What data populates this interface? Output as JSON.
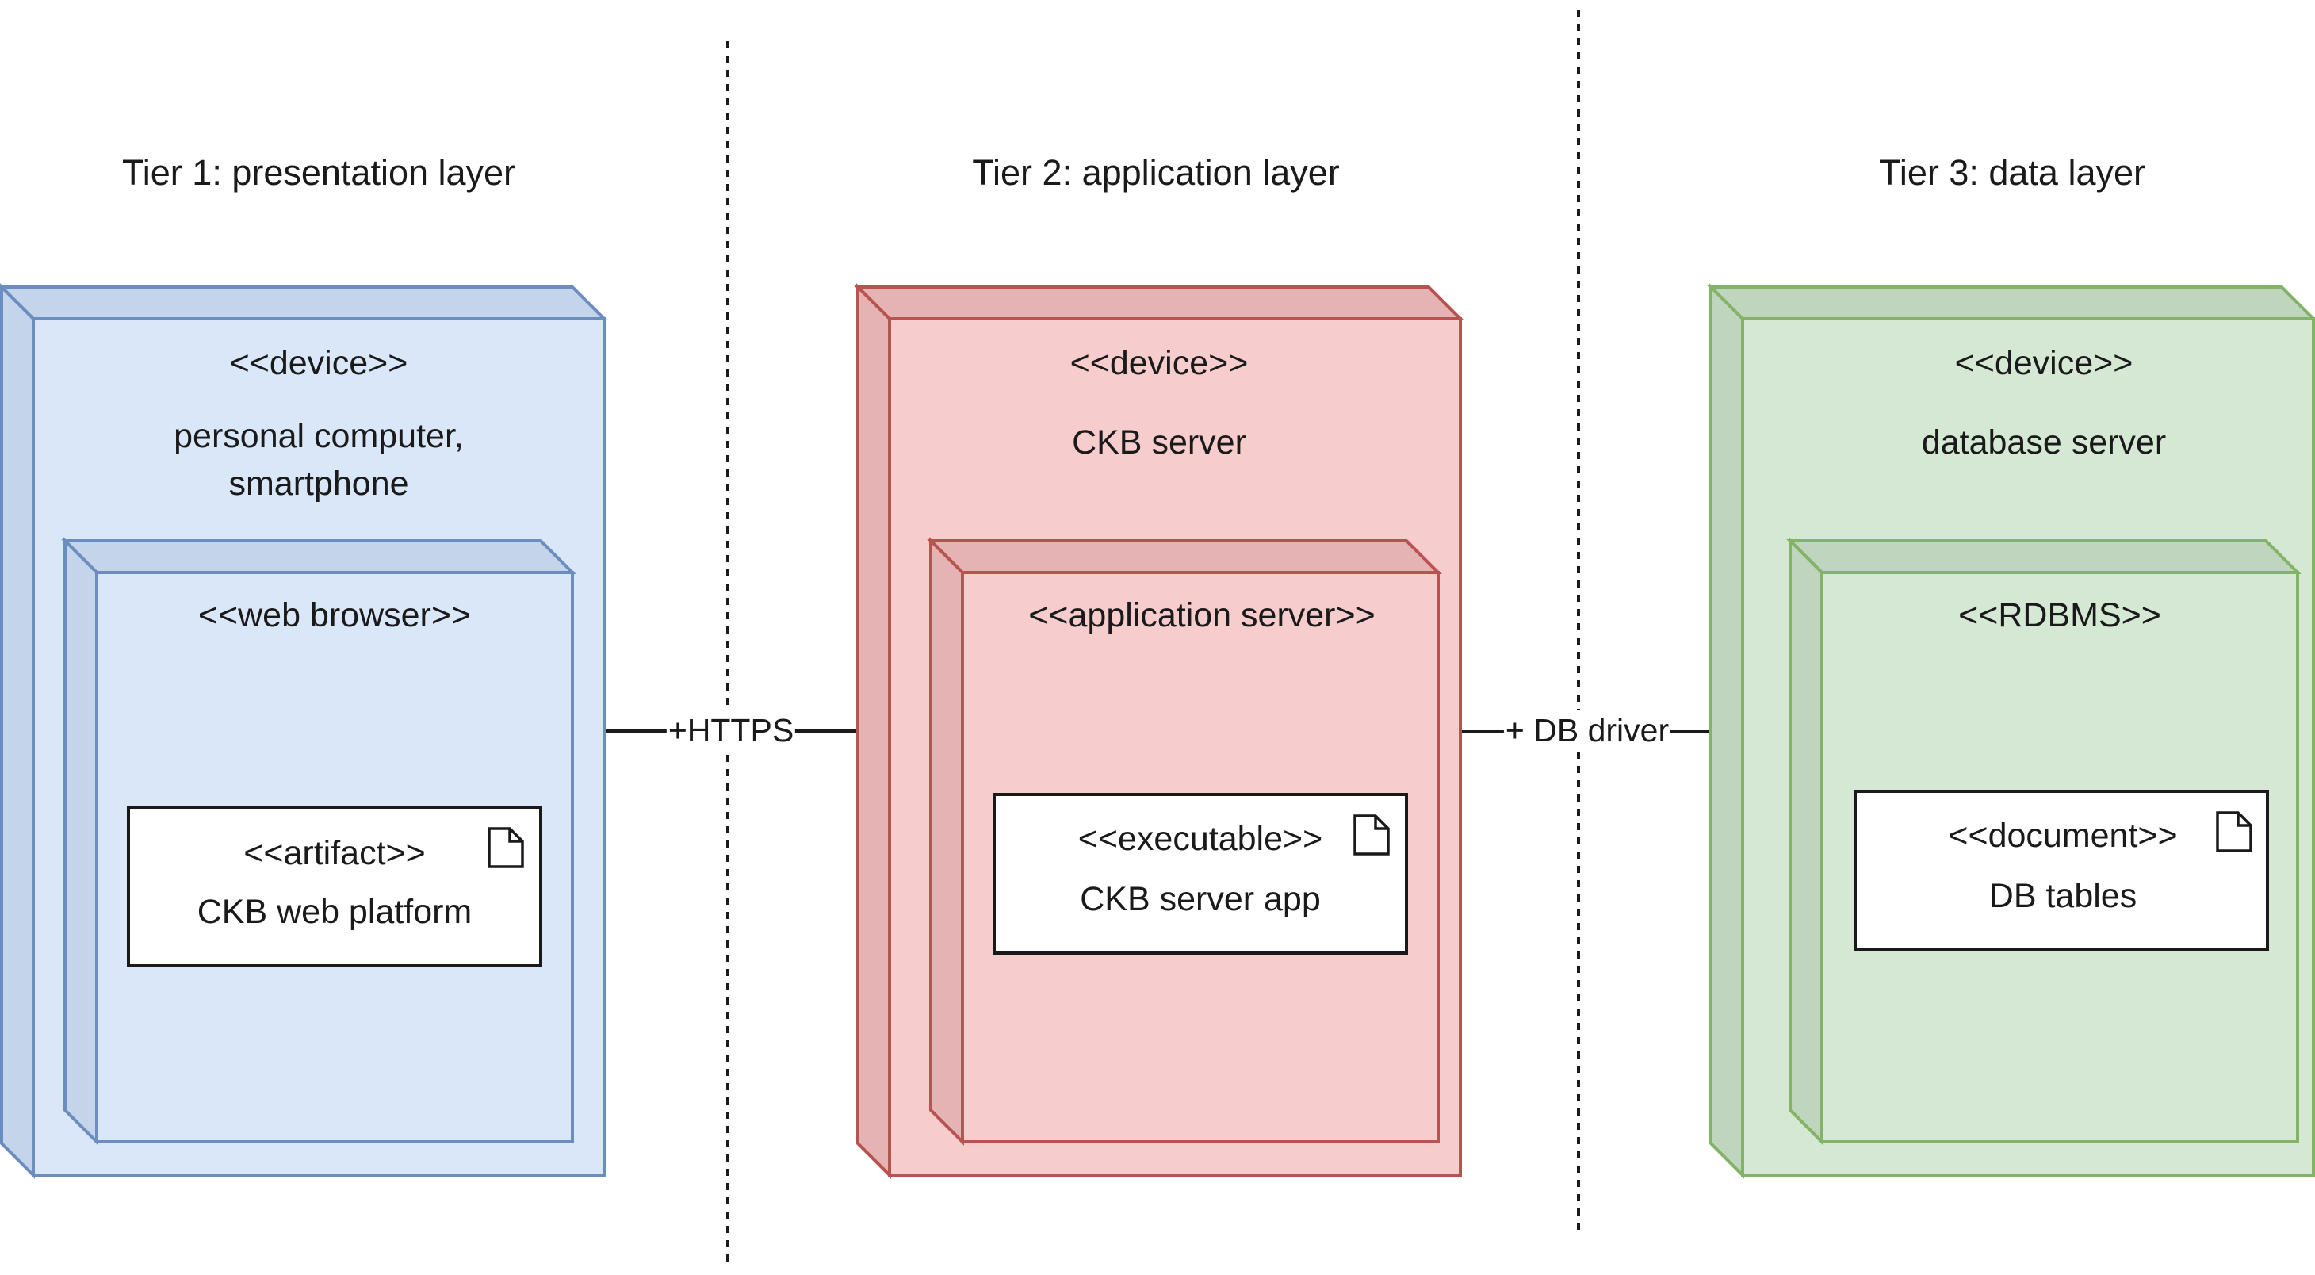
{
  "colors": {
    "blue_face": "#d9e7f8",
    "blue_side": "#c4d4ea",
    "blue_stroke": "#6c8ebf",
    "red_face": "#f7cccd",
    "red_side": "#e6b3b4",
    "red_stroke": "#b85450",
    "green_face": "#d5e8d4",
    "green_side": "#bfd5be",
    "green_stroke": "#82b366",
    "line": "#1a1a1a"
  },
  "tiers": [
    {
      "title": "Tier 1: presentation layer",
      "device": {
        "stereotype": "<<device>>",
        "name_line1": "personal computer,",
        "name_line2": "smartphone"
      },
      "container": {
        "stereotype": "<<web browser>>"
      },
      "artifact": {
        "stereotype": "<<artifact>>",
        "name": "CKB web platform",
        "icon": "document-icon"
      }
    },
    {
      "title": "Tier 2: application layer",
      "device": {
        "stereotype": "<<device>>",
        "name_line1": "CKB server"
      },
      "container": {
        "stereotype": "<<application server>>"
      },
      "artifact": {
        "stereotype": "<<executable>>",
        "name": "CKB server app",
        "icon": "document-icon"
      }
    },
    {
      "title": "Tier 3: data layer",
      "device": {
        "stereotype": "<<device>>",
        "name_line1": "database server"
      },
      "container": {
        "stereotype": "<<RDBMS>>"
      },
      "artifact": {
        "stereotype": "<<document>>",
        "name": "DB tables",
        "icon": "document-icon"
      }
    }
  ],
  "connections": [
    {
      "label": "+HTTPS"
    },
    {
      "label": "+ DB driver"
    }
  ]
}
